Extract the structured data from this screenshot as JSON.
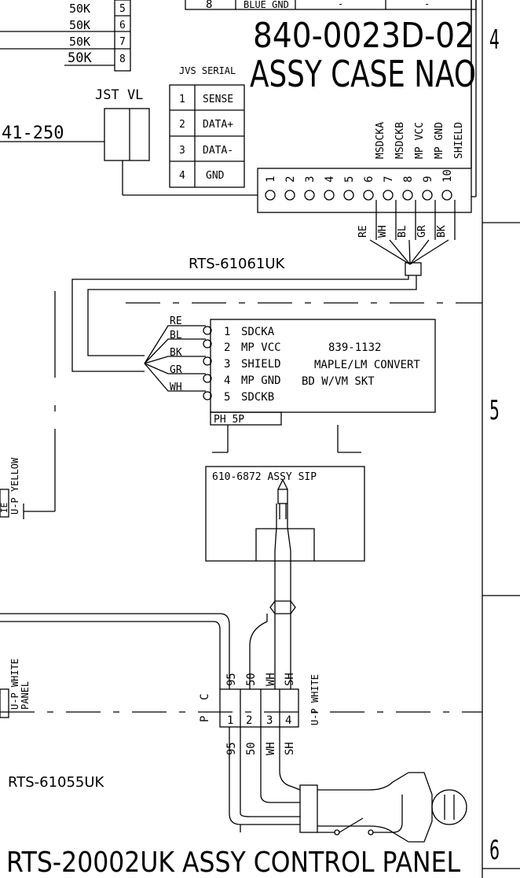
{
  "top_table": {
    "rows": [
      {
        "value": "50K",
        "pin": "5"
      },
      {
        "value": "50K",
        "pin": "6"
      },
      {
        "value": "50K",
        "pin": "7"
      },
      {
        "value": "50K",
        "pin": "8"
      }
    ],
    "partial_row": {
      "pin": "8",
      "wire": "BLUE GND",
      "c1": "-",
      "c2": "-"
    }
  },
  "assy_case": {
    "part_number": "840-0023D-02",
    "title": "ASSY CASE NAO"
  },
  "jst_label": "JST VL",
  "left_partial_label": "41-250",
  "jvs_serial": {
    "title": "JVS SERIAL",
    "rows": [
      {
        "pin": "1",
        "signal": "SENSE"
      },
      {
        "pin": "2",
        "signal": "DATA+"
      },
      {
        "pin": "3",
        "signal": "DATA-"
      },
      {
        "pin": "4",
        "signal": "GND"
      }
    ]
  },
  "connector10": {
    "pins": [
      "1",
      "2",
      "3",
      "4",
      "5",
      "6",
      "7",
      "8",
      "9",
      "10"
    ],
    "signals": [
      "MSDCKA",
      "MSDCKB",
      "MP VCC",
      "MP GND",
      "SHIELD"
    ]
  },
  "harness_wires": [
    "RE",
    "WH",
    "BL",
    "GR",
    "BK"
  ],
  "harness_label": "RTS-61061UK",
  "convert_board": {
    "wires": [
      "RE",
      "BL",
      "BK",
      "GR",
      "WH"
    ],
    "pins": [
      "1",
      "2",
      "3",
      "4",
      "5"
    ],
    "signals": [
      "SDCKA",
      "MP VCC",
      "SHIELD",
      "MP GND",
      "SDCKB"
    ],
    "part_number": "839-1132",
    "desc1": "MAPLE/LM CONVERT",
    "desc2": "BD W/VM SKT",
    "connector": "PH 5P"
  },
  "sip_assy": "610-6872 ASSY SIP",
  "yellow_label": "U-P YELLOW",
  "left_box_label": "IE",
  "pc_connector": {
    "top_labels": [
      "95",
      "50",
      "WH",
      "SH"
    ],
    "pins": [
      "1",
      "2",
      "3",
      "4"
    ],
    "bottom_labels": [
      "95",
      "50",
      "WH",
      "SH"
    ],
    "side_p": "P",
    "side_c": "C",
    "right_label": "U-P WHITE",
    "left_label1": "U-P WHITE",
    "left_label2": "PANEL"
  },
  "lower_harness_label": "RTS-61055UK",
  "control_panel_title": "RTS-20002UK ASSY CONTROL PANEL",
  "zones": [
    "4",
    "5",
    "6"
  ]
}
